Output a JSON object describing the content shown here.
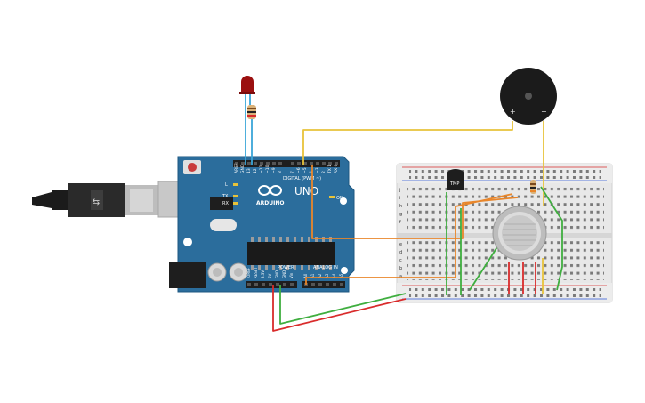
{
  "board": {
    "brand": "ARDUINO",
    "model": "UNO",
    "header_digital": "DIGITAL (PWM ~)",
    "header_analog": "ANALOG IN",
    "header_power": "POWER",
    "pins_digital": [
      "AREF",
      "GND",
      "13",
      "12",
      "~11",
      "~10",
      "~9",
      "8",
      "7",
      "~6",
      "~5",
      "4",
      "~3",
      "2",
      "TX 1",
      "RX 0"
    ],
    "pins_power": [
      "IOREF",
      "RESET",
      "3.3V",
      "5V",
      "GND",
      "GND",
      "Vin"
    ],
    "pins_analog": [
      "A0",
      "A1",
      "A2",
      "A3",
      "A4",
      "A5"
    ],
    "led_l": "L",
    "led_tx": "TX",
    "led_rx": "RX",
    "led_on": "ON"
  },
  "sensor_tmp": {
    "label": "TMP"
  },
  "buzzer": {
    "plus": "+",
    "minus": "−"
  },
  "breadboard": {
    "row_letters_top": [
      "j",
      "i",
      "h",
      "g",
      "f"
    ],
    "row_letters_bottom": [
      "e",
      "d",
      "c",
      "b",
      "a"
    ]
  },
  "colors": {
    "board": "#2b6d9c",
    "board_edge": "#1d5780",
    "breadboard": "#e8e8e8",
    "wire_orange": "#e9862a",
    "wire_green": "#3fae3f",
    "wire_red": "#d92b2b",
    "wire_yellow": "#e8c33a",
    "wire_blue": "#3aa6d8"
  }
}
